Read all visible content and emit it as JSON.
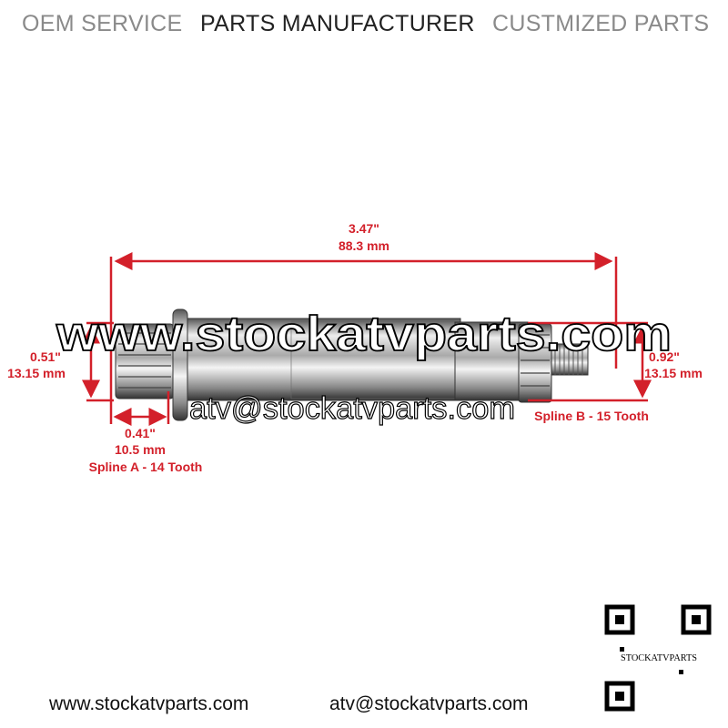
{
  "header": {
    "items": [
      "OEM SERVICE",
      "PARTS MANUFACTURER",
      "CUSTMIZED PARTS"
    ]
  },
  "dimensions": {
    "overall_in": "3.47\"",
    "overall_mm": "88.3 mm",
    "spline_a_dia_in": "0.51\"",
    "spline_a_dia_mm": "13.15 mm",
    "spline_a_len_in": "0.41\"",
    "spline_a_len_mm": "10.5 mm",
    "spline_a_label": "Spline A - 14 Tooth",
    "spline_b_dia_in": "0.92\"",
    "spline_b_dia_mm": "13.15 mm",
    "spline_b_label": "Spline B - 15 Tooth"
  },
  "watermark": {
    "url": "www.stockatvparts.com",
    "email": "atv@stockatvparts.com"
  },
  "footer": {
    "website": "www.stockatvparts.com",
    "email": "atv@stockatvparts.com",
    "qr_label": "STOCKATVPARTS"
  },
  "colors": {
    "dimension": "#d3202a",
    "header_gray": "#8a8a8a",
    "header_dark": "#222222"
  }
}
